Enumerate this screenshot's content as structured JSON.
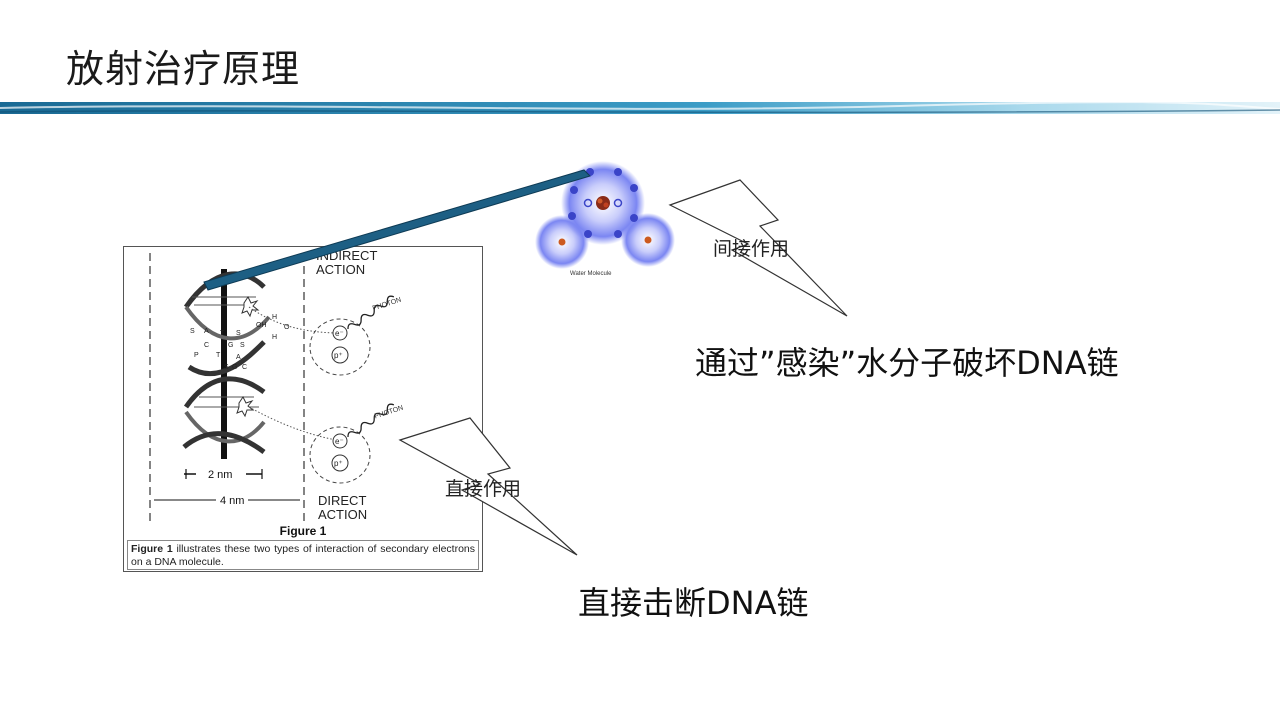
{
  "slide": {
    "title": "放射治疗原理"
  },
  "figure": {
    "indirect_action": [
      "INDIRECT",
      "ACTION"
    ],
    "direct_action": [
      "DIRECT",
      "ACTION"
    ],
    "photon_label": "PHOTON",
    "scale_2nm": "2 nm",
    "scale_4nm": "4 nm",
    "figure_title": "Figure 1",
    "caption_bold": "Figure 1",
    "caption_rest": " illustrates these two types of interaction of secondary electrons on a DNA molecule.",
    "electron_label": "e⁻",
    "proton_label": "p⁺",
    "molecule_labels": [
      "H",
      "OH",
      "O",
      "H"
    ],
    "base_labels": [
      "S",
      "A",
      "T",
      "S",
      "C",
      "G",
      "S",
      "P",
      "T",
      "A",
      "S",
      "G",
      "C"
    ]
  },
  "water_molecule": {
    "label": "Water Molecule"
  },
  "annotations": {
    "indirect_bolt_label": "间接作用",
    "direct_bolt_label": "直接作用",
    "indirect_text": "通过”感染”水分子破坏DNA链",
    "direct_text": "直接击断DNA链"
  },
  "colors": {
    "banner_dark": "#1e6e98",
    "banner_light": "#d8eef6",
    "beam": "#1d5f84",
    "water_glow": "#6f7df0"
  }
}
